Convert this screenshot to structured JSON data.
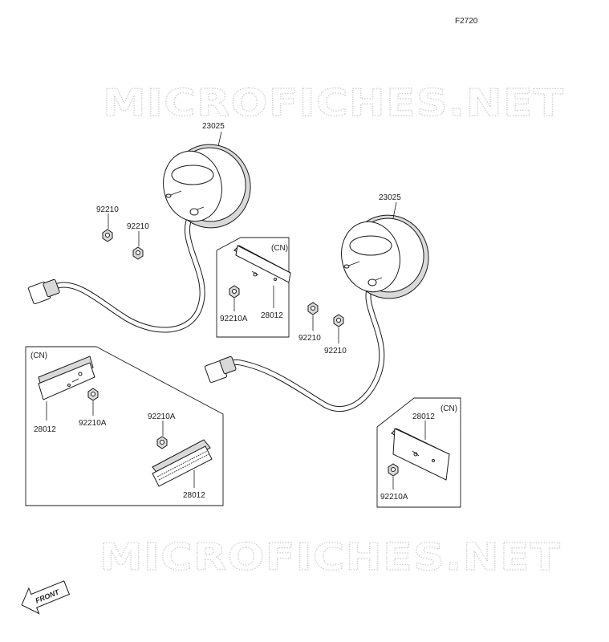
{
  "figure_id": "F2720",
  "watermark": "MICROFICHES.NET",
  "direction_label": "FRONT",
  "labels": {
    "lamp_left": "23025",
    "lamp_right": "23025",
    "nut_left_1": "92210",
    "nut_left_2": "92210",
    "nut_right_1": "92210",
    "nut_right_2": "92210",
    "cn_box_center": "(CN)",
    "reflector_center": "28012",
    "nut_center": "92210A",
    "cn_box_left": "(CN)",
    "reflector_left_small": "28012",
    "nut_left_small": "92210A",
    "nut_left_large": "92210A",
    "reflector_left_large": "28012",
    "cn_box_right": "(CN)",
    "reflector_right": "28012",
    "nut_right_box": "92210A"
  }
}
